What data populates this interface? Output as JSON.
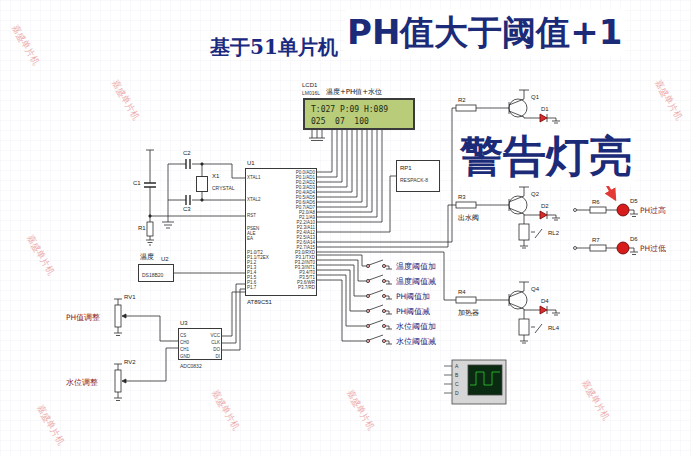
{
  "diagram": {
    "title": "基于51单片机",
    "nodes": [
      {
        "text": [
          "LCD1",
          "LM016L",
          "温度+PH值+水位"
        ]
      },
      {
        "text": [
          "T:027 P:09 H:089",
          "025  07  100"
        ],
        "in": 0
      },
      {
        "text": [
          "U1",
          "AT89C51"
        ]
      },
      {
        "text": [
          "X1",
          "CRYSTAL"
        ]
      },
      {
        "text": [
          "RP1",
          "RESPACK-8"
        ]
      },
      {
        "text": [
          "U2",
          "DS18B20"
        ]
      },
      {
        "text": [
          "U3",
          "ADC0832"
        ]
      }
    ],
    "edges": [
      {
        "from": 2,
        "to": 0,
        "arrow": "none"
      },
      {
        "from": 2,
        "to": 4,
        "arrow": "none"
      },
      {
        "from": 3,
        "to": 2,
        "arrow": "none"
      },
      {
        "from": 5,
        "to": 2,
        "arrow": "none"
      },
      {
        "from": 6,
        "to": 2,
        "arrow": "none"
      }
    ],
    "labels": [
      "PH值大于阈值+1",
      "警告灯亮",
      "C2",
      "C3",
      "C1",
      "R1",
      "R2",
      "Q1",
      "D1",
      "R3",
      "出水阀",
      "Q2",
      "D2",
      "RL2",
      "R6",
      "D5",
      "PH过高",
      "R7",
      "D6",
      "PH过低",
      "R4",
      "加热器",
      "Q4",
      "D4",
      "RL4",
      "温度",
      "RV1",
      "PH值调整",
      "RV2",
      "水位调整",
      "温度阈值加",
      "温度阈值减",
      "PH阈值加",
      "PH阈值减",
      "水位阈值加",
      "水位阈值减",
      "A",
      "B",
      "C",
      "D",
      "CS",
      "CH0",
      "CH1",
      "GND",
      "VCC",
      "CLK",
      "DO",
      "DI",
      "XTAL1",
      "XTAL2",
      "RST",
      "PSEN",
      "ALE",
      "EA",
      "P1.0/T2",
      "P1.1/T2EX",
      "P1.2",
      "P1.3",
      "P1.4",
      "P1.5",
      "P1.6",
      "P1.7",
      "P0.0/AD0",
      "P0.1/AD1",
      "P0.2/AD2",
      "P0.3/AD3",
      "P0.4/AD4",
      "P0.5/AD5",
      "P0.6/AD6",
      "P0.7/AD7",
      "P2.0/A8",
      "P2.1/A9",
      "P2.2/A10",
      "P2.3/A11",
      "P2.4/A12",
      "P2.5/A13",
      "P2.6/A14",
      "P2.7/A15",
      "P3.0/RXD",
      "P3.1/TXD",
      "P3.2/INT0",
      "P3.3/INT1",
      "P3.4/T0",
      "P3.5/T1",
      "P3.6/WR",
      "P3.7/RD",
      "嘉盛单片机",
      "嘉盛单片机",
      "嘉盛单片机",
      "嘉盛单片机",
      "嘉盛单片机",
      "嘉盛单片机",
      "嘉盛单片机",
      "嘉盛单片机"
    ]
  }
}
